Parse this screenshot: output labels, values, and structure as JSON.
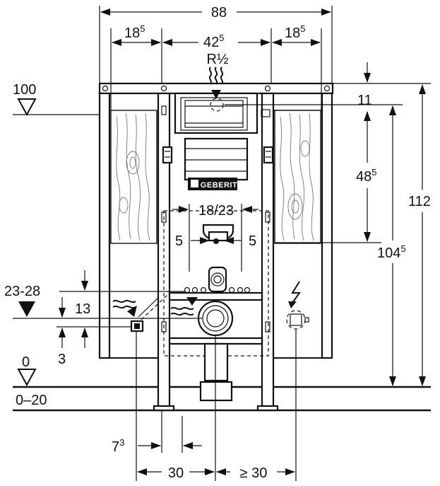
{
  "brand": {
    "logo_text": "GEBERIT"
  },
  "dimensions": {
    "total_width": "88",
    "left_side": {
      "main": "18",
      "sup": "5"
    },
    "center": {
      "main": "42",
      "sup": "5"
    },
    "right_side": {
      "main": "18",
      "sup": "5"
    },
    "supply_connection": "R½",
    "height_total": "112",
    "height_100": "100",
    "top_offset": "11",
    "cistern_height": {
      "main": "48",
      "sup": "5"
    },
    "frame_height": {
      "main": "104",
      "sup": "5"
    },
    "fixing_spacing": "18/23",
    "left_fixing": "5",
    "right_fixing": "5",
    "drain_height": "23-28",
    "drain_offset": "13",
    "pipe_offset": "3",
    "floor_level": "0",
    "floor_range": "0–20",
    "pipe_left": {
      "main": "7",
      "sup": "3"
    },
    "width_left": "30",
    "width_right": "≥ 30"
  },
  "symbols": {
    "water_supply": "wavy-arrow-icon",
    "power_supply": "lightning-icon",
    "level_marker": "triangle-level-icon"
  }
}
